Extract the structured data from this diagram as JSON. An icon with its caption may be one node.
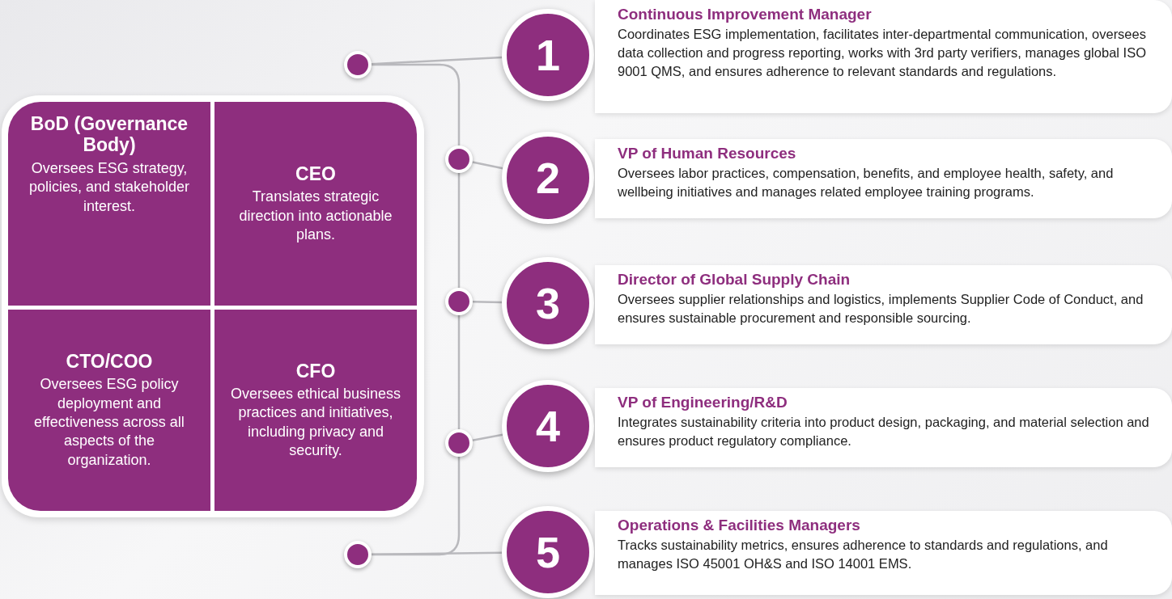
{
  "diagram": {
    "nodes": [
      {
        "text": [
          "BoD (Governance Body)",
          "Oversees ESG strategy, policies, and stakeholder interest."
        ]
      },
      {
        "text": [
          "CEO",
          "Translates strategic direction into actionable plans."
        ]
      },
      {
        "text": [
          "CTO/COO",
          "Oversees ESG policy deployment and effectiveness across all aspects of the organization."
        ]
      },
      {
        "text": [
          "CFO",
          "Oversees ethical business practices and initiatives, including privacy and security."
        ]
      },
      {
        "text": [],
        "shape": "circle"
      },
      {
        "text": [
          "1"
        ]
      },
      {
        "text": [
          "Continuous Improvement Manager",
          "Coordinates ESG implementation, facilitates inter-departmental communication, oversees data collection and progress reporting, works with 3rd party verifiers, manages global ISO 9001 QMS, and ensures adherence to relevant standards and regulations."
        ]
      },
      {
        "text": [],
        "shape": "circle"
      },
      {
        "text": [
          "2"
        ]
      },
      {
        "text": [
          "VP of Human Resources",
          "Oversees labor practices, compensation, benefits, and employee health, safety, and wellbeing initiatives and manages related employee training programs."
        ]
      },
      {
        "text": [],
        "shape": "circle"
      },
      {
        "text": [
          "3"
        ]
      },
      {
        "text": [
          "Director of Global Supply Chain",
          "Oversees supplier relationships and logistics, implements Supplier Code of Conduct, and ensures sustainable procurement and responsible sourcing."
        ]
      },
      {
        "text": [],
        "shape": "circle"
      },
      {
        "text": [
          "4"
        ]
      },
      {
        "text": [
          "VP of Engineering/R&D",
          "Integrates sustainability criteria into product design, packaging, and material selection and ensures product regulatory compliance."
        ]
      },
      {
        "text": [],
        "shape": "circle"
      },
      {
        "text": [
          "5"
        ]
      },
      {
        "text": [
          "Operations & Facilities Managers",
          "Tracks sustainability metrics, ensures adherence to standards and regulations, and manages ISO 45001 OH&S and ISO 14001 EMS."
        ]
      }
    ],
    "edges": [
      {
        "from": 4,
        "to": 5,
        "arrow": "none"
      },
      {
        "from": 7,
        "to": 8,
        "arrow": "none"
      },
      {
        "from": 10,
        "to": 11,
        "arrow": "none"
      },
      {
        "from": 13,
        "to": 14,
        "arrow": "none"
      },
      {
        "from": 16,
        "to": 17,
        "arrow": "none"
      },
      {
        "from": 4,
        "to": 7,
        "arrow": "none"
      },
      {
        "from": 7,
        "to": 10,
        "arrow": "none"
      },
      {
        "from": 10,
        "to": 13,
        "arrow": "none"
      },
      {
        "from": 13,
        "to": 16,
        "arrow": "none"
      }
    ]
  }
}
